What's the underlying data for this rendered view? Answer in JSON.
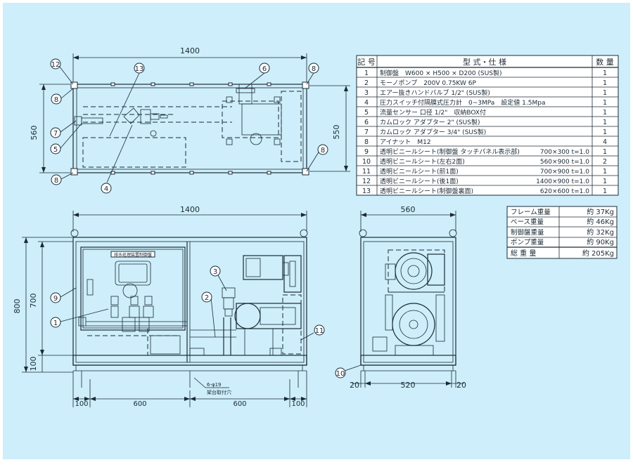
{
  "dimensions": {
    "top_width": "1400",
    "top_height_left": "560",
    "top_height_right": "550",
    "front_width": "1400",
    "front_total_height": "800",
    "front_upper_height": "700",
    "front_base_height": "100",
    "side_width": "560",
    "side_margin_left": "20",
    "side_inner": "520",
    "side_margin_right": "20",
    "bottom_seg_1": "100",
    "bottom_seg_2": "600",
    "bottom_seg_3": "600",
    "bottom_seg_4": "100",
    "hole_note_line1": "6-φ19",
    "hole_note_line2": "架台取付穴"
  },
  "callouts": [
    "1",
    "2",
    "3",
    "4",
    "5",
    "6",
    "7",
    "8",
    "9",
    "10",
    "11",
    "12",
    "13"
  ],
  "panel_nameplate": "排水処理装置制御盤",
  "parts_table": {
    "headers": [
      "記 号",
      "型 式・仕 様",
      "数 量"
    ],
    "rows": [
      {
        "no": "1",
        "spec": "制御盤　W600 × H500 × D200 (SUS製)",
        "qty": "1"
      },
      {
        "no": "2",
        "spec": "モーノポンプ　200V 0.75KW 6P",
        "qty": "1"
      },
      {
        "no": "3",
        "spec": "エアー抜きハンドバルブ 1/2\" (SUS製)",
        "qty": "1"
      },
      {
        "no": "4",
        "spec": "圧力スイッチ付隔膜式圧力計　0~3MPa　設定値 1.5Mpa",
        "qty": "1"
      },
      {
        "no": "5",
        "spec": "流量センサー 口径 1/2\"　収納BOX付",
        "qty": "1"
      },
      {
        "no": "6",
        "spec": "カムロック アダプター 2\" (SUS製)",
        "qty": "1"
      },
      {
        "no": "7",
        "spec": "カムロック アダプター 3/4\" (SUS製)",
        "qty": "1"
      },
      {
        "no": "8",
        "spec": "アイナット　M12",
        "qty": "4"
      },
      {
        "no": "9",
        "spec": "透明ビニールシート(制御盤 タッチパネル表示部)",
        "size": "700×300 t=1.0",
        "qty": "1"
      },
      {
        "no": "10",
        "spec": "透明ビニールシート(左右2面)",
        "size": "560×900 t=1.0",
        "qty": "2"
      },
      {
        "no": "11",
        "spec": "透明ビニールシート(前1面)",
        "size": "700×900 t=1.0",
        "qty": "1"
      },
      {
        "no": "12",
        "spec": "透明ビニールシート(後1面)",
        "size": "1400×900 t=1.0",
        "qty": "1"
      },
      {
        "no": "13",
        "spec": "透明ビニールシート(制御盤裏面)",
        "size": "620×600 t=1.0",
        "qty": "1"
      }
    ]
  },
  "weight_table": {
    "rows": [
      {
        "label": "フレーム重量",
        "value": "約 37Kg"
      },
      {
        "label": "ベース重量",
        "value": "約 46Kg"
      },
      {
        "label": "制御盤重量",
        "value": "約 32Kg"
      },
      {
        "label": "ポンプ重量",
        "value": "約 90Kg"
      },
      {
        "label": "総 重 量",
        "value": "約 205Kg"
      }
    ]
  }
}
